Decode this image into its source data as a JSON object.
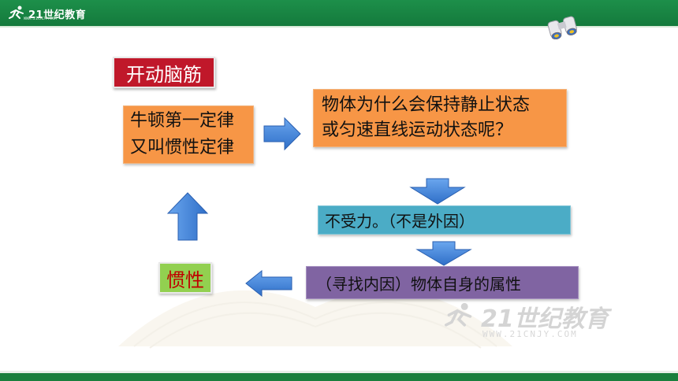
{
  "header": {
    "logo_text": "21世纪教育",
    "logo_url_text": "WWW.21CNJY.COM"
  },
  "slide": {
    "title": "开动脑筋",
    "law_lines": [
      "牛顿第一定律",
      "又叫惯性定律"
    ],
    "question_lines": [
      "物体为什么会保持静止状态",
      "或匀速直线运动状态呢？"
    ],
    "no_force": "不受力。（不是外因）",
    "inner_cause": "（寻找内因）物体自身的属性",
    "inertia": "惯性"
  },
  "watermark": {
    "text": "21世纪教育",
    "url": "WWW.21CNJY.COM"
  },
  "colors": {
    "header_green": "#1d8f4a",
    "title_red": "#c0182a",
    "orange": "#f79646",
    "teal": "#4bacc6",
    "purple": "#8064a2",
    "green_box": "#92d050",
    "arrow_blue": "#3a7ed3"
  }
}
